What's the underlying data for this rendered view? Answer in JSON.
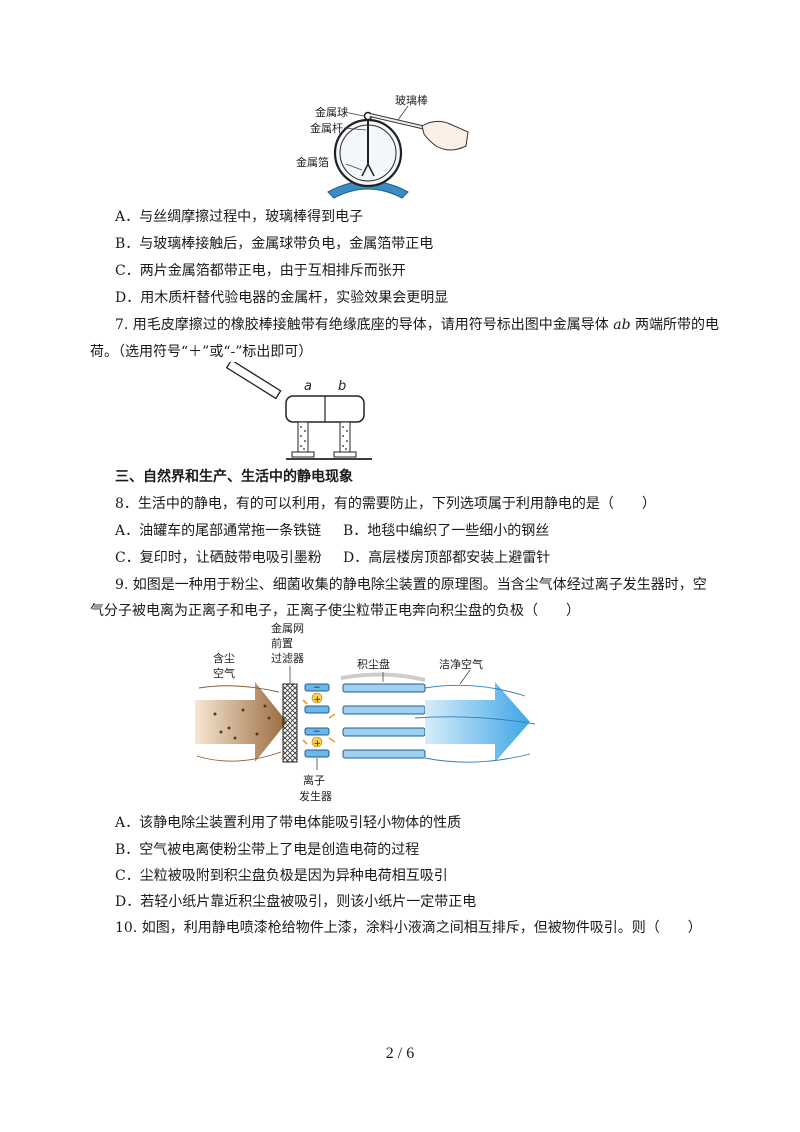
{
  "fig1": {
    "label_rod": "玻璃棒",
    "label_ball": "金属球",
    "label_stem": "金属杆",
    "label_foil": "金属箔"
  },
  "q6_options": [
    "A．与丝绸摩擦过程中，玻璃棒得到电子",
    "B．与玻璃棒接触后，金属球带负电，金属箔带正电",
    "C．两片金属箔都带正电，由于互相排斥而张开",
    "D．用木质杆替代验电器的金属杆，实验效果会更明显"
  ],
  "q7": {
    "line1_a": "7. 用毛皮摩擦过的橡胶棒接触带有绝缘底座的导体，请用符号标出图中金属导体",
    "line1_ab": "ab",
    "line1_b": "两端所带的电",
    "line2": "荷。（选用符号“＋”或“-”标出即可）",
    "label_a": "a",
    "label_b": "b"
  },
  "section3": "三、自然界和生产、生活中的静电现象",
  "q8": {
    "stem": "8．生活中的静电，有的可以利用，有的需要防止，下列选项属于利用静电的是（　　）",
    "opt_a": "A．油罐车的尾部通常拖一条铁链",
    "opt_b": "B．地毯中编织了一些细小的钢丝",
    "opt_c": "C．复印时，让硒鼓带电吸引墨粉",
    "opt_d": "D．高层楼房顶部都安装上避雷针"
  },
  "q9": {
    "line1": "9. 如图是一种用于粉尘、细菌收集的静电除尘装置的原理图。当含尘气体经过离子发生器时，空",
    "line2": "气分子被电离为正离子和电子，正离子使尘粒带正电奔向积尘盘的负极（　　）",
    "fig_label_mesh1": "金属网",
    "fig_label_mesh2": "前置",
    "fig_label_mesh3": "过滤器",
    "fig_label_dust1": "含尘",
    "fig_label_dust2": "空气",
    "fig_label_plate": "积尘盘",
    "fig_label_clean": "洁净空气",
    "fig_label_ion1": "离子",
    "fig_label_ion2": "发生器",
    "options": [
      "A．该静电除尘装置利用了带电体能吸引轻小物体的性质",
      "B．空气被电离使粉尘带上了电是创造电荷的过程",
      "C．尘粒被吸附到积尘盘负极是因为异种电荷相互吸引",
      "D．若轻小纸片靠近积尘盘被吸引，则该小纸片一定带正电"
    ]
  },
  "q10": "10. 如图，利用静电喷漆枪给物件上漆，涂料小液滴之间相互排斥，但被物件吸引。则（　　）",
  "page_number": "2 / 6"
}
